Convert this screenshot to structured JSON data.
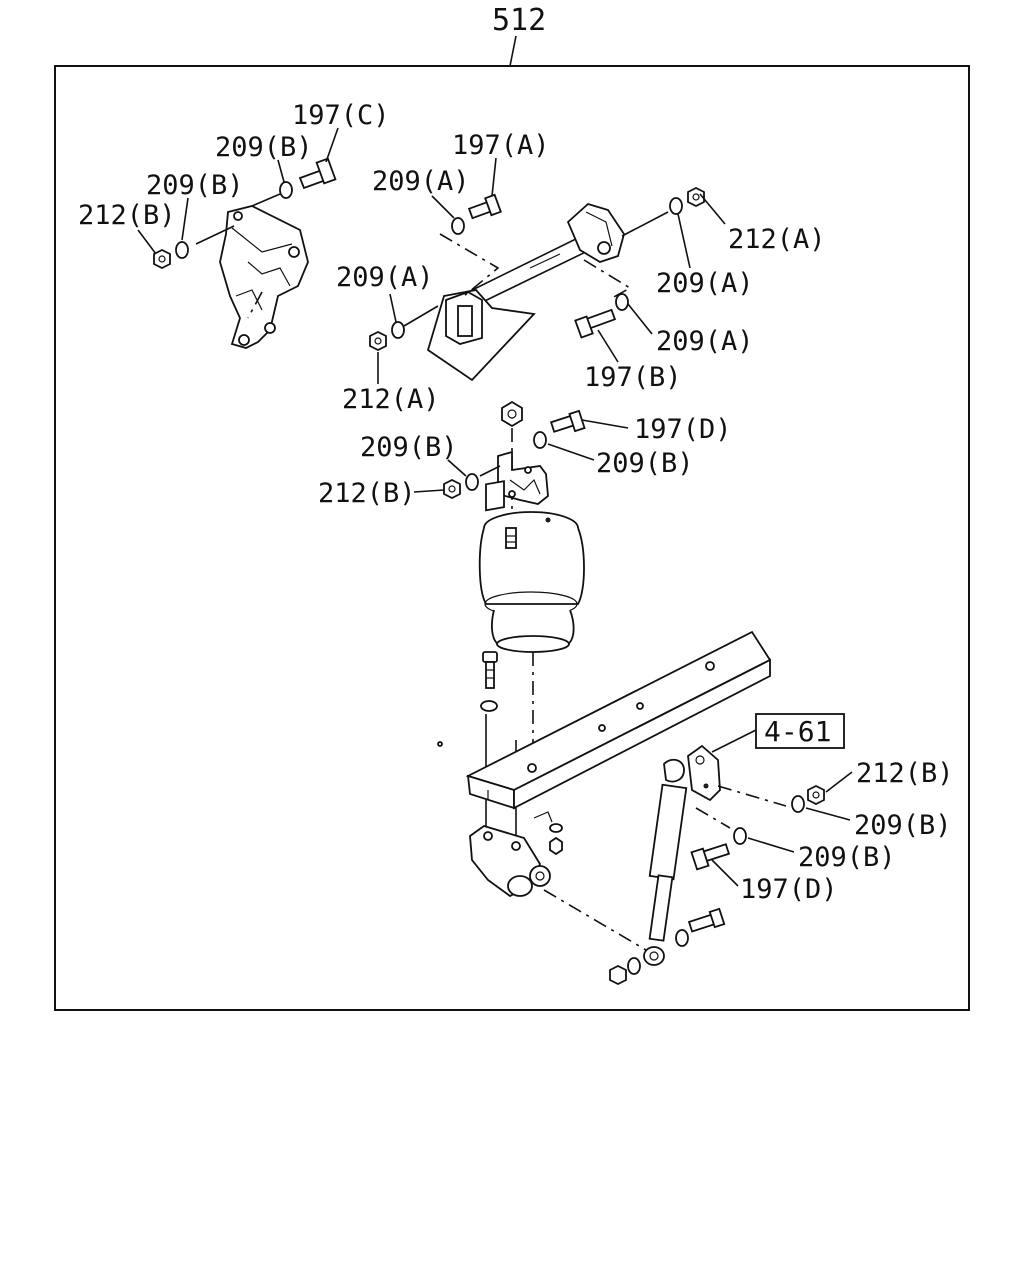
{
  "diagram": {
    "title": "512",
    "ref_box": "4-61",
    "labels": {
      "l197c": "197(C)",
      "l209b_1": "209(B)",
      "l209b_2": "209(B)",
      "l212b_1": "212(B)",
      "l197a": "197(A)",
      "l209a_1": "209(A)",
      "l212a_1": "212(A)",
      "l209a_2": "209(A)",
      "l209a_3": "209(A)",
      "l209a_4": "209(A)",
      "l197b": "197(B)",
      "l212a_2": "212(A)",
      "l197d_1": "197(D)",
      "l209b_3": "209(B)",
      "l209b_4": "209(B)",
      "l212b_2": "212(B)",
      "l212b_3": "212(B)",
      "l209b_5": "209(B)",
      "l209b_6": "209(B)",
      "l197d_2": "197(D)"
    }
  }
}
